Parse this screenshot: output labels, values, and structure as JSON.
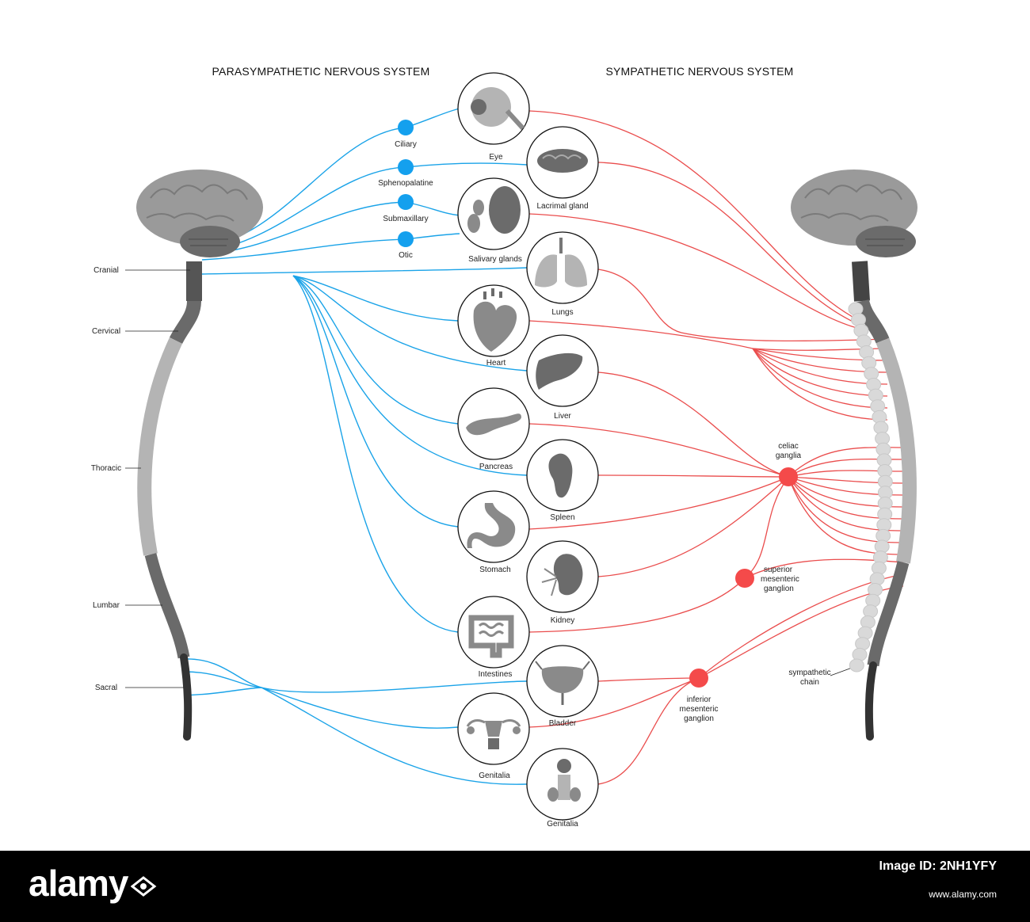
{
  "titles": {
    "parasympathetic": "PARASYMPATHETIC NERVOUS SYSTEM",
    "sympathetic": "SYMPATHETIC NERVOUS SYSTEM"
  },
  "spine_segments": [
    "Cranial",
    "Cervical",
    "Thoracic",
    "Lumbar",
    "Sacral"
  ],
  "parasympathetic_ganglia": [
    "Ciliary",
    "Sphenopalatine",
    "Submaxillary",
    "Otic"
  ],
  "organs": [
    "Eye",
    "Lacrimal gland",
    "Salivary glands",
    "Lungs",
    "Heart",
    "Liver",
    "Pancreas",
    "Spleen",
    "Stomach",
    "Kidney",
    "Intestines",
    "Bladder",
    "Genitalia",
    "Genitalia"
  ],
  "sympathetic_ganglia": {
    "celiac": "celiac\nganglia",
    "superior": "superior\nmesenteric\nganglion",
    "inferior": "inferior\nmesenteric\nganglion",
    "chain": "sympathetic\nchain"
  },
  "colors": {
    "parasympathetic": "#1aa3e8",
    "sympathetic": "#ea4d4d",
    "ganglion_red": "#f44a4a",
    "ganglion_blue": "#14a0ee"
  },
  "footer": {
    "brand": "alamy",
    "image_id_label": "Image ID: 2NH1YFY",
    "site": "www.alamy.com"
  }
}
